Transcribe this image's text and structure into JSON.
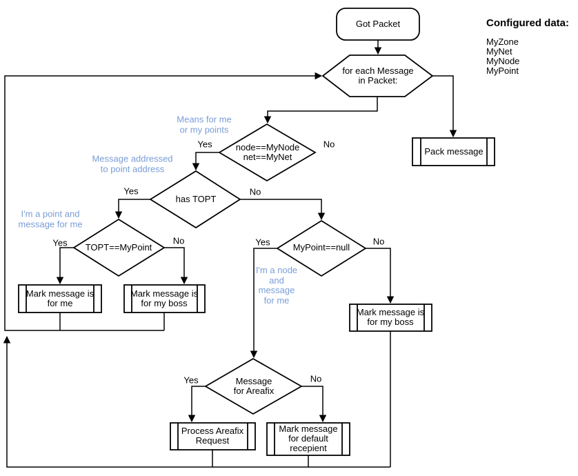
{
  "panel": {
    "title": "Configured data:",
    "items": [
      "MyZone",
      "MyNet",
      "MyNode",
      "MyPoint"
    ]
  },
  "nodes": {
    "got_packet": "Got Packet",
    "for_each": "for each Message\nin Packet:",
    "node_check": "node==MyNode\nnet==MyNet",
    "pack_message": "Pack message",
    "has_topt": "has TOPT",
    "topt_mypoint": "TOPT==MyPoint",
    "mark_for_me": "Mark message is\nfor me",
    "mark_for_boss_left": "Mark message is\nfor my boss",
    "mypoint_null": "MyPoint==null",
    "mark_for_boss_right": "Mark message is\nfor my boss",
    "areafix_check": "Message\nfor Areafix",
    "process_areafix": "Process Areafix\nRequest",
    "mark_default": "Mark message\nfor default\nrecepient"
  },
  "branch_labels": {
    "yes": "Yes",
    "no": "No"
  },
  "annotations": {
    "means_for_me": "Means for me\nor my points",
    "msg_addressed": "Message addressed\nto point address",
    "point_and_msg": "I'm a point and\nmessage for me",
    "node_and_msg": "I'm a node\nand\nmessage\nfor me"
  },
  "colors": {
    "annotation": "#7a9dd7",
    "stroke": "#000000"
  }
}
